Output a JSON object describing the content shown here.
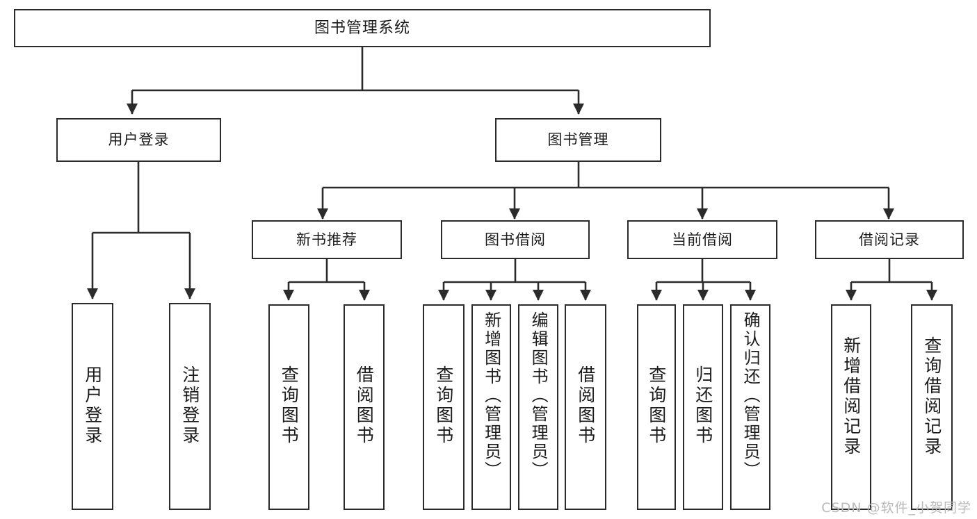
{
  "diagram": {
    "title": "图书管理系统",
    "style": {
      "stroke": "#2b2b2b",
      "fill": "#ffffff",
      "text": "#1b1b1b"
    },
    "root": {
      "label": "图书管理系统"
    },
    "level2": [
      {
        "id": "user-login",
        "label": "用户登录"
      },
      {
        "id": "book-manage",
        "label": "图书管理"
      }
    ],
    "level3": [
      {
        "id": "new-book-recommend",
        "label": "新书推荐"
      },
      {
        "id": "book-borrow",
        "label": "图书借阅"
      },
      {
        "id": "current-borrow",
        "label": "当前借阅"
      },
      {
        "id": "borrow-record",
        "label": "借阅记录"
      }
    ],
    "leaves": {
      "user_login": [
        {
          "id": "leaf-user-login",
          "label": "用户登录"
        },
        {
          "id": "leaf-logout-login",
          "label": "注销登录"
        }
      ],
      "new_book_recommend": [
        {
          "id": "leaf-query-book-1",
          "label": "查询图书"
        },
        {
          "id": "leaf-borrow-book-1",
          "label": "借阅图书"
        }
      ],
      "book_borrow": [
        {
          "id": "leaf-query-book-2",
          "label": "查询图书"
        },
        {
          "id": "leaf-add-book",
          "label": "新增图书（管理员）"
        },
        {
          "id": "leaf-edit-book",
          "label": "编辑图书（管理员）"
        },
        {
          "id": "leaf-borrow-book-2",
          "label": "借阅图书"
        }
      ],
      "current_borrow": [
        {
          "id": "leaf-query-book-3",
          "label": "查询图书"
        },
        {
          "id": "leaf-return-book",
          "label": "归还图书"
        },
        {
          "id": "leaf-confirm-return",
          "label": "确认归还（管理员）"
        }
      ],
      "borrow_record": [
        {
          "id": "leaf-add-record",
          "label": "新增借阅记录"
        },
        {
          "id": "leaf-query-record",
          "label": "查询借阅记录"
        }
      ]
    }
  },
  "watermark": {
    "text": "CSDN @软件_小贺同学"
  }
}
